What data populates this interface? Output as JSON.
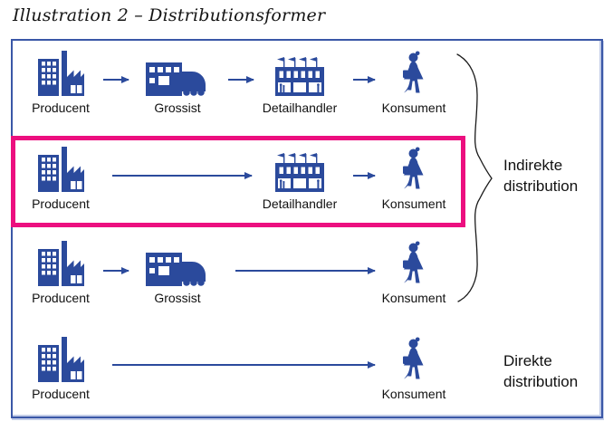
{
  "page": {
    "title": "Illustration 2 – Distributionsformer"
  },
  "diagram": {
    "type": "distribution-channels-flow",
    "node_types": [
      "producer",
      "wholesaler",
      "retailer",
      "consumer"
    ],
    "rows": [
      {
        "highlighted": false,
        "group": "indirect",
        "nodes": [
          {
            "type": "producer",
            "icon": "factory-icon",
            "label": "Producent"
          },
          {
            "type": "wholesaler",
            "icon": "warehouse-truck-icon",
            "label": "Grossist"
          },
          {
            "type": "retailer",
            "icon": "store-icon",
            "label": "Detailhandler"
          },
          {
            "type": "consumer",
            "icon": "person-icon",
            "label": "Konsument"
          }
        ]
      },
      {
        "highlighted": true,
        "group": "indirect",
        "nodes": [
          {
            "type": "producer",
            "icon": "factory-icon",
            "label": "Producent"
          },
          {
            "type": "retailer",
            "icon": "store-icon",
            "label": "Detailhandler"
          },
          {
            "type": "consumer",
            "icon": "person-icon",
            "label": "Konsument"
          }
        ]
      },
      {
        "highlighted": false,
        "group": "indirect",
        "nodes": [
          {
            "type": "producer",
            "icon": "factory-icon",
            "label": "Producent"
          },
          {
            "type": "wholesaler",
            "icon": "warehouse-truck-icon",
            "label": "Grossist"
          },
          {
            "type": "consumer",
            "icon": "person-icon",
            "label": "Konsument"
          }
        ]
      },
      {
        "highlighted": false,
        "group": "direct",
        "nodes": [
          {
            "type": "producer",
            "icon": "factory-icon",
            "label": "Producent"
          },
          {
            "type": "consumer",
            "icon": "person-icon",
            "label": "Konsument"
          }
        ]
      }
    ],
    "groups": {
      "indirect": {
        "line1": "Indirekte",
        "line2": "distribution"
      },
      "direct": {
        "line1": "Direkte",
        "line2": "distribution"
      }
    },
    "colors": {
      "icon_blue": "#2b4a9c",
      "frame_blue": "#3a57a7",
      "highlight_pink": "#ec0f7f",
      "text": "#111111"
    }
  }
}
